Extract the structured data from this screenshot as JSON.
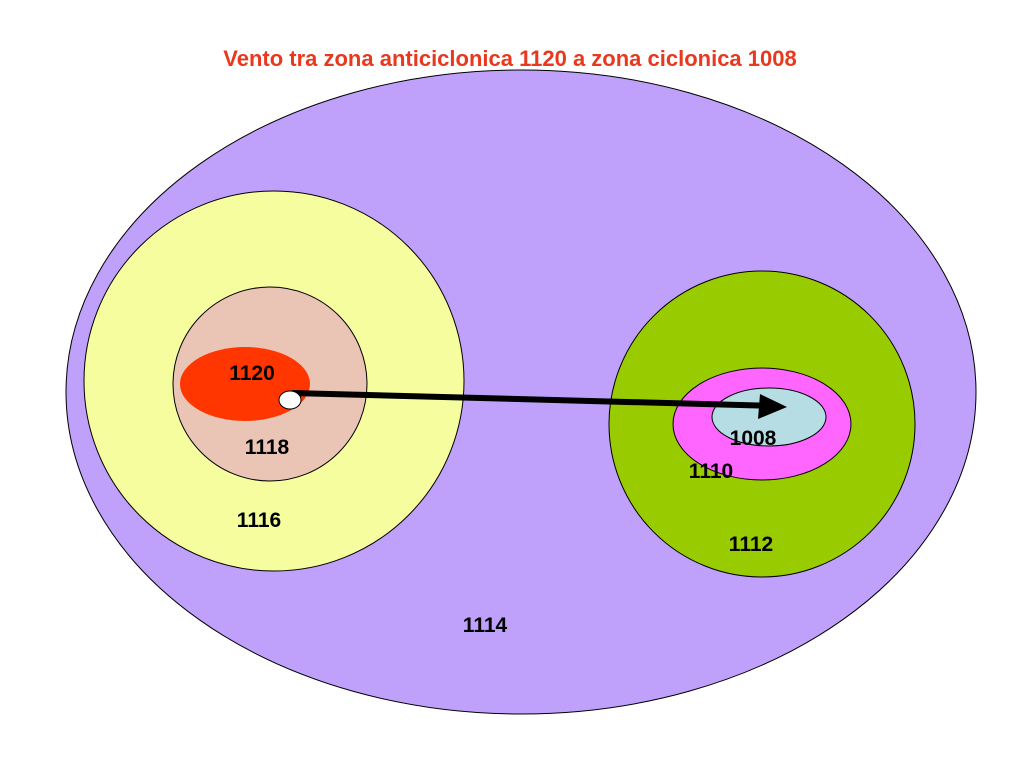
{
  "title": "Vento tra zona anticiclonica 1120 a zona ciclonica 1008",
  "colors": {
    "title": "#e8391f",
    "outer_zone": "#bfa0fb",
    "anticyclone_outer": "#f5fd9f",
    "anticyclone_middle": "#eac4b4",
    "anticyclone_core": "#ff3600",
    "cyclone_outer": "#99cc00",
    "cyclone_middle": "#ff66ff",
    "cyclone_core": "#b6dde4",
    "stroke": "#000000",
    "arrow": "#000000",
    "wind_origin": "#ffffff"
  },
  "zones": {
    "outer": {
      "label": "1114"
    },
    "anticyclone": {
      "outer_label": "1116",
      "middle_label": "1118",
      "core_label": "1120"
    },
    "cyclone": {
      "outer_label": "1112",
      "middle_label": "1110",
      "core_label": "1008"
    }
  },
  "wind": {
    "from": "1120",
    "to": "1008"
  }
}
